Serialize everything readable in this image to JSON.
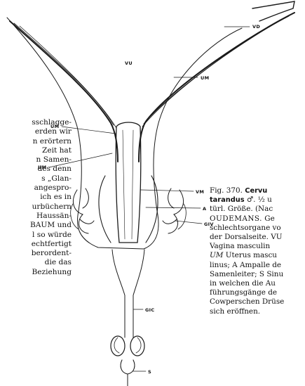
{
  "body_text": [
    "sschlagge-",
    "erden wir",
    "n erörtern",
    "Zeit hat",
    "n Samen-",
    "des denn",
    "s „Glan-",
    "angespro-",
    "ich es in",
    "urbüchern",
    "Haussän-",
    "BAUM und",
    "l so würde",
    "echtfertigt",
    "berordent-",
    "die das",
    "Beziehung"
  ],
  "figure_labels": {
    "vu": "VU",
    "vd": "VD",
    "um_right": "UM",
    "um_left_top": "UM",
    "um_left_bottom": "UM",
    "vm": "VM",
    "a": "A",
    "gv": "GIV",
    "gc": "GIC",
    "s": "S"
  },
  "caption": {
    "fig_no": "Fig. 370.",
    "species_1": "Cervu",
    "species_2": "tarandus",
    "sex_scale": "♂. ½ u",
    "line3": "türl. Größe. (Nac",
    "author": "OUDEMANS.",
    "line4_rest": " Ge",
    "line5": "schlechtsorgane vo",
    "line6": "der Dorsalseite. VU",
    "line7_a": "Vagina",
    "line7_b": " masculin",
    "line8_a": "UM",
    "line8_b": " Uterus mascu",
    "line9": "linus; A Ampalle de",
    "line10": "Samenleiter; S Sinu",
    "line11": "in welchen die Au",
    "line12": "führungsgänge de",
    "line13": "Cowperschen Drüse",
    "line14": "sich eröffnen."
  }
}
